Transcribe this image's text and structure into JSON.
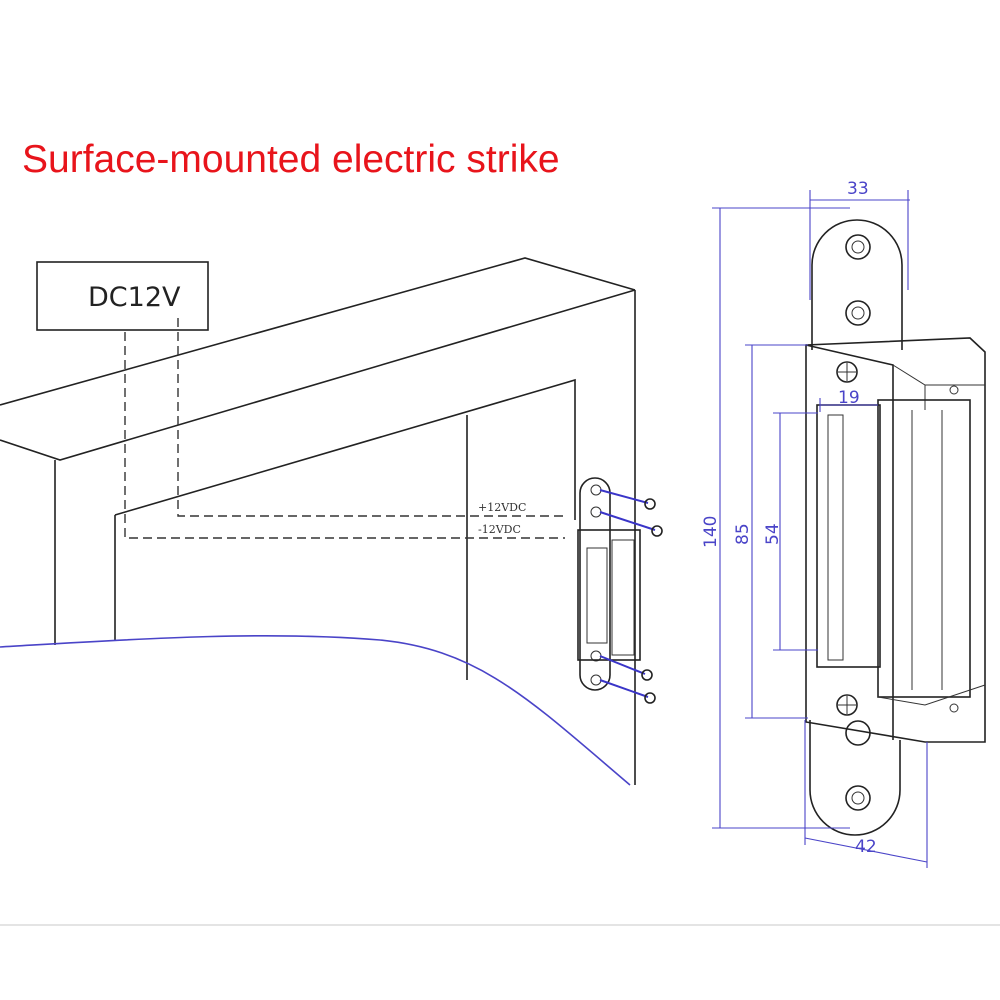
{
  "title": "Surface-mounted electric strike",
  "power_supply": {
    "label": "DC12V"
  },
  "wires": {
    "positive": "+12VDC",
    "negative": "-12VDC"
  },
  "dimensions": {
    "plate_width": "33",
    "keeper_depth": "19",
    "total_height": "140",
    "body_height": "85",
    "opening_height": "54",
    "total_width": "42"
  },
  "colors": {
    "title": "#e8141b",
    "dimension": "#4a44c8",
    "line": "#222222"
  }
}
